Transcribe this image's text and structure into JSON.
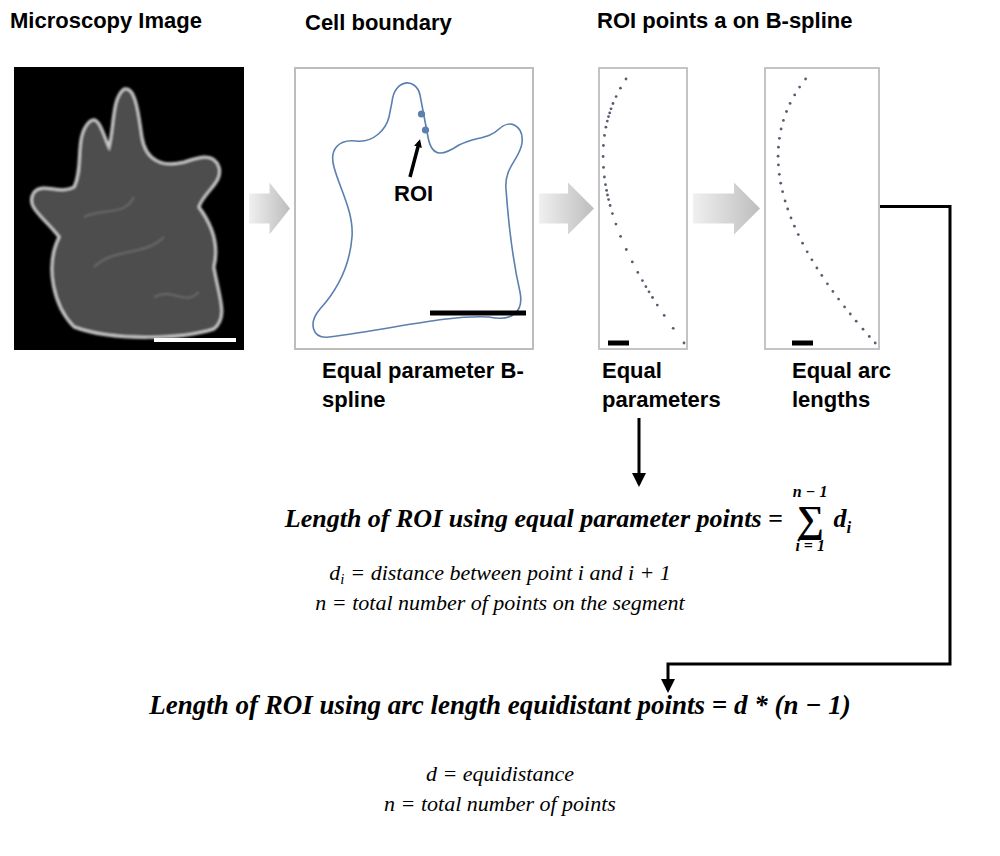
{
  "diagram": {
    "nodes": [
      {
        "text": [
          "Microscopy Image"
        ]
      },
      {
        "text": [
          "Cell boundary",
          "ROI",
          "Equal parameter B-spline"
        ]
      },
      {
        "text": [
          "Equal parameters"
        ]
      },
      {
        "text": [
          "Equal arc lengths"
        ]
      },
      {
        "text": [
          "Length of ROI using equal parameter points =",
          "n − 1",
          "∑",
          "i = 1",
          "d",
          "i",
          "d",
          "i",
          "= distance between point i and i + 1",
          "n = total number of points on the segment"
        ]
      },
      {
        "text": [
          "Length of ROI using arc length equidistant points = d * (n − 1)",
          "d = equidistance",
          "n = total number of points"
        ]
      }
    ],
    "edges": [
      {
        "from": 0,
        "to": 1,
        "arrow": "to"
      },
      {
        "from": 1,
        "to": 2,
        "arrow": "to"
      },
      {
        "from": 2,
        "to": 3,
        "arrow": "to"
      },
      {
        "from": 2,
        "to": 4,
        "arrow": "to"
      },
      {
        "from": 3,
        "to": 5,
        "arrow": "to"
      }
    ],
    "labels": [
      "ROI points a on B-spline"
    ]
  }
}
